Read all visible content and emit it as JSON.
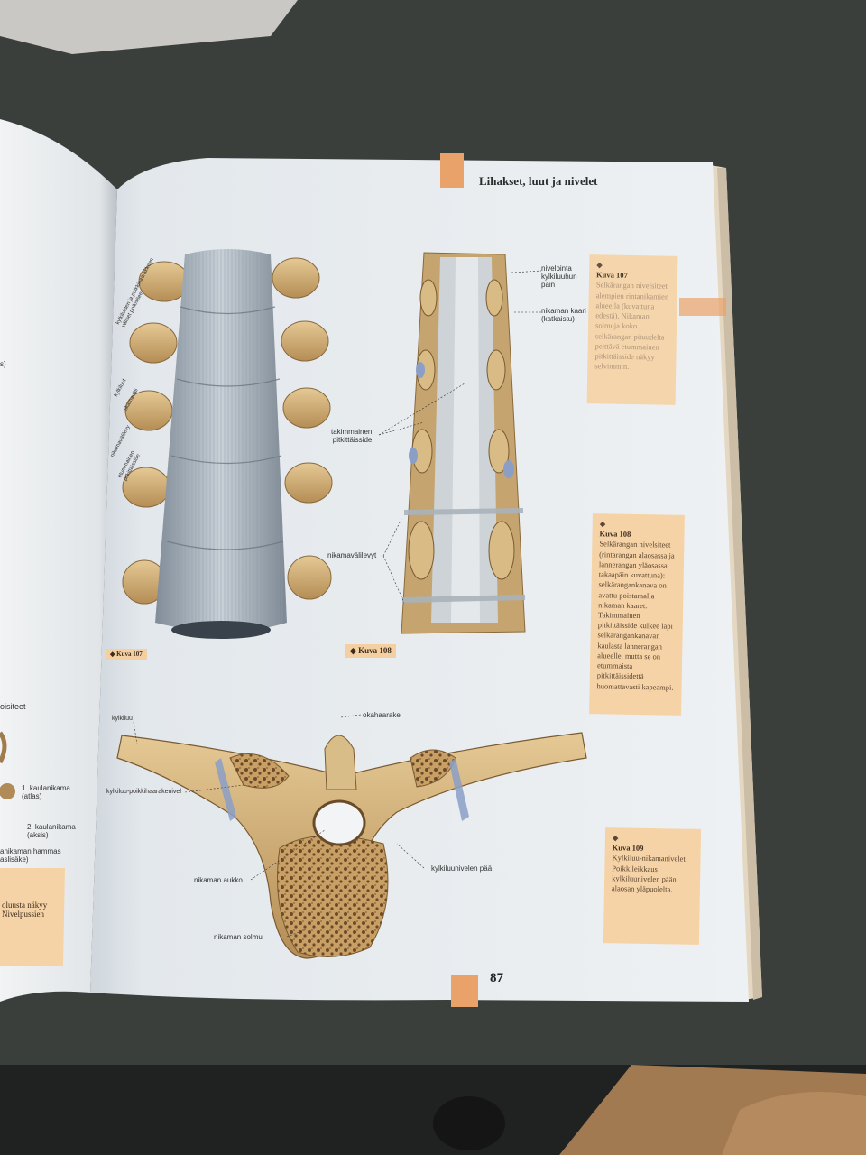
{
  "header": {
    "title": "Lihakset, luut ja nivelet"
  },
  "page_number": "87",
  "figure_107": {
    "tag": "◆ Kuva 107",
    "labels": [
      "kylkiluiden ja poikkihaarakkeen väliset poikisiteet",
      "kylkiluut",
      "nikamaväli",
      "nikamavälilevy",
      "etummainen pitkittäisside"
    ]
  },
  "figure_108": {
    "tag": "◆ Kuva 108",
    "labels": {
      "nivelpinta": "nivelpinta\nkylkiluuhun\npäin",
      "kaari": "nikaman kaari\n(katkaistu)",
      "takimmainen": "takimmainen\npitkittäisside",
      "valilevyt": "nikamavälilevyt"
    }
  },
  "figure_109": {
    "labels": {
      "kylkiluu": "kylkiluu",
      "okahaarake": "okahaarake",
      "kpnivel": "kylkiluu-poikkihaarakenivel",
      "kylkiluunivelen": "kylkiluunivelen pää",
      "aukko": "nikaman aukko",
      "solmu": "nikaman solmu"
    }
  },
  "captions": {
    "c107": {
      "title": "Kuva 107",
      "text": "Selkärangan nivelsiteet alempien rintanikamien alueella (kuvattuna edestä). Nikaman solmuja koko selkärangan pituudelta peittävä etummainen pitkittäisside näkyy selvimmin."
    },
    "c108": {
      "title": "Kuva 108",
      "text": "Selkärangan nivelsiteet (rintarangan alaosassa ja lannerangan yläosassa takaapäin kuvattuna): selkärangankanava on avattu poistamalla nikaman kaaret. Takimmainen pitkittäisside kulkee läpi selkärangankanavan kaulasta lannerangan alueelle, mutta se on etummaista pitkittäissidettä huomattavasti kapeampi."
    },
    "c109": {
      "title": "Kuva 109",
      "text": "Kylkiluu-nikamanivelet. Poikkileikkaus kylkiluunivelen pään alaosan yläpuolelta."
    }
  },
  "left_page": {
    "frag1": "s)",
    "frag2": "oisiteet",
    "k1": "1. kaulanikama\n(atlas)",
    "k2": "2. kaulanikama\n(aksis)",
    "hammas": "anikaman hammas\naslisäke)",
    "box": "oluusta näkyy\nNivelpussien"
  },
  "colors": {
    "paper": "#e9edf0",
    "accent": "#e9a36a",
    "caption": "#f6d3a6",
    "bone": "#cfae76"
  }
}
